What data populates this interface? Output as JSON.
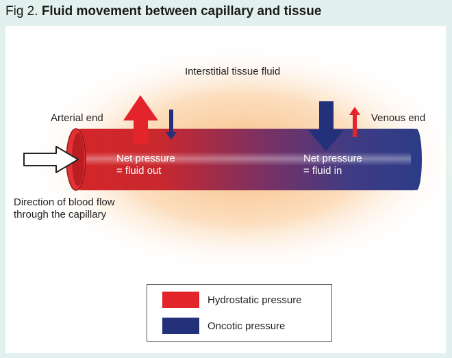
{
  "figure": {
    "number": "Fig 2.",
    "title": "Fluid movement between capillary and tissue"
  },
  "labels": {
    "interstitial": "Interstitial tissue fluid",
    "arterial_end": "Arterial end",
    "venous_end": "Venous end",
    "net_left_1": "Net pressure",
    "net_left_2": "= fluid out",
    "net_right_1": "Net pressure",
    "net_right_2": "= fluid in",
    "flow_1": "Direction of blood flow",
    "flow_2": "through the capillary"
  },
  "legend": {
    "items": [
      {
        "label": "Hydrostatic pressure",
        "color": "#e3242b"
      },
      {
        "label": "Oncotic pressure",
        "color": "#22317a"
      }
    ]
  },
  "colors": {
    "background": "#e3f1ee",
    "glow": "#fbd3a6",
    "vessel_red": "#d7262a",
    "vessel_blue": "#2d3c86",
    "hydrostatic": "#e3242b",
    "oncotic": "#22317a"
  }
}
